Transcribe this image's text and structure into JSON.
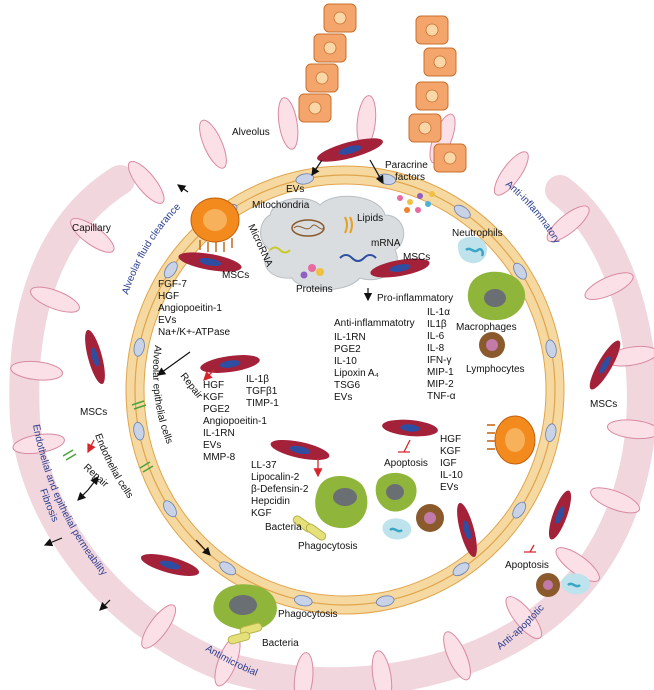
{
  "labels": {
    "alveolus": "Alveolus",
    "evs": "EVs",
    "paracrine_1": "Paracrine",
    "paracrine_2": "factors",
    "mitochondria": "Mitochondria",
    "lipids": "Lipids",
    "microrna": "MicroRNA",
    "mrna": "mRNA",
    "proteins": "Proteins",
    "capillary": "Capillary",
    "mscs": "MSCs",
    "neutrophils": "Neutrophils",
    "macrophages": "Macrophages",
    "lymphocytes": "Lymphocytes",
    "pro_inflammatory": "Pro-inflammatory",
    "anti_inflammatory_short": "Anti-inflammatotry",
    "apoptosis": "Apoptosis",
    "repair": "Repair",
    "bacteria": "Bacteria",
    "phagocytosis": "Phagocytosis"
  },
  "curved_labels": {
    "alveolar_fluid_clearance": "Alveolar fluid clearance",
    "anti_inflammatory": "Anti-inflammatory",
    "alveolar_epithelial_cells": "Alveolar epithelial cells",
    "endothelial_cells": "Endothelial cells",
    "endo_epi_permeability": "Endothelial and epithelial permeability",
    "fibrosis": "Fibrosis",
    "antimicrobial": "Antimicrobial",
    "anti_apoptotic": "Anti-apoptotic"
  },
  "mechanisms": {
    "fluid_clearance": [
      "FGF-7",
      "HGF",
      "Angiopoeitin-1",
      "EVs",
      "Na+/K+-ATPase"
    ],
    "pro_inflammatory_factors": [
      "IL-1α",
      "IL1β",
      "IL-6",
      "IL-8",
      "IFN-γ",
      "MIP-1",
      "MIP-2",
      "TNF-α"
    ],
    "anti_inflammatory_factors": [
      "IL-1RN",
      "PGE2",
      "IL-10",
      "Lipoxin A₄",
      "TSG6",
      "EVs"
    ],
    "repair_up": [
      "HGF",
      "KGF",
      "PGE2",
      "Angiopoeitin-1",
      "IL-1RN",
      "EVs",
      "MMP-8"
    ],
    "repair_down": [
      "IL-1β",
      "TGFβ1",
      "TIMP-1"
    ],
    "antimicrobial_factors": [
      "LL-37",
      "Lipocalin-2",
      "β-Defensin-2",
      "Hepcidin",
      "KGF"
    ],
    "anti_apoptotic_factors": [
      "HGF",
      "KGF",
      "IGF",
      "IL-10",
      "EVs"
    ]
  },
  "colors": {
    "epithelium": "#f6d9a0",
    "epithelium_edge": "#e0a54c",
    "endothelium": "#fbe0e7",
    "endothelium_edge": "#d88aa0",
    "msc": "#a4213a",
    "nucleus": "#2e4ea2",
    "blue_text": "#2a3d8f",
    "phagocyte": "#8fb63b",
    "orange_cell": "#f28a1e"
  }
}
